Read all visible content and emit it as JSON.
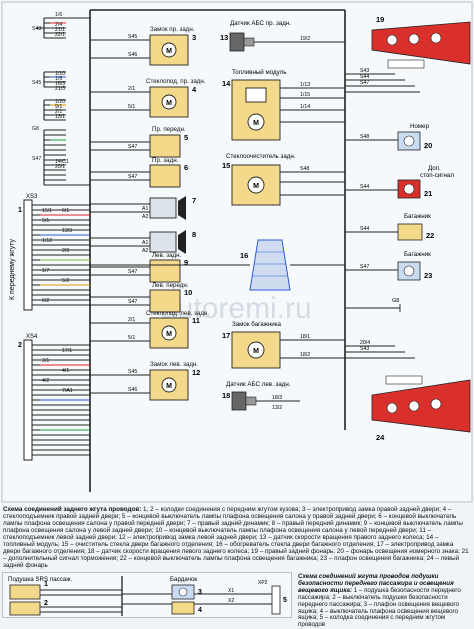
{
  "labels": {
    "zamok_pr_zadn": "Замок пр. задн.",
    "steklopod_pr_zadn": "Стеклопод. пр. задн.",
    "pr_pered": "Пр. передн.",
    "pr_zadn": "Пр. задн.",
    "lev_zadn": "Лев. задн.",
    "lev_pered": "Лев. передн.",
    "steklopod_lev_zadn": "Стеклопод. лев. задн.",
    "zamok_lev_zadn": "Замок лев. задн.",
    "datchik_abs_pr": "Датчик АБС пр. задн.",
    "datchik_abs_lev": "Датчик АБС лев. задн.",
    "toplivny_modul": "Топливный модуль",
    "stekloochistitel": "Стеклоочиститель задн.",
    "zamok_bagazhnika": "Замок багажника",
    "nomer": "Номер",
    "dop_stop_1": "Доп.",
    "dop_stop_2": "стоп-сигнал",
    "bagazhnik_1": "Багажник",
    "bagazhnik_2": "Багажник",
    "k_perednemu_zhgutu": "К переднему жгуту",
    "xs3": "XS3",
    "xs4": "XS4",
    "podushka": "Подушка SRS пассаж.",
    "bardachok": "Бардачок",
    "watermark": "autoremi.ru"
  },
  "numbers": {
    "n1": "1",
    "n2": "2",
    "n3": "3",
    "n4": "4",
    "n5": "5",
    "n6": "6",
    "n7": "7",
    "n8": "8",
    "n9": "9",
    "n10": "10",
    "n11": "11",
    "n12": "12",
    "n13": "13",
    "n14": "14",
    "n15": "15",
    "n16": "16",
    "n17": "17",
    "n18": "18",
    "n19": "19",
    "n20": "20",
    "n21": "21",
    "n22": "22",
    "n23": "23",
    "n24": "24"
  },
  "caption_main": {
    "title": "Схема соединений заднего жгута проводов:",
    "body": " 1, 2 – колодки соединения с передним жгутом кузова; 3 – электропривод замка правой задней двери; 4 – стеклоподъемник правой задней двери; 5 – концевой выключатель лампы плафона освещения салона у правой задней двери; 6 – концевой выключатель лампы плафона освещения салона у правой передней двери; 7 – правый задний динамик; 8 – правый передний динамик; 9 – концевой выключатель лампы плафона освещения салона у левой задней двери; 10 – концевой выключатель лампы плафона освещения салона у левой передней двери; 11 – стеклоподъемник левой задней двери; 12 – электропривод замка левой задней двери; 13 – датчик скорости вращения правого заднего колеса; 14 – топливный модуль; 15 – очиститель стекла двери багажного отделения; 16 – обогреватель стекла двери багажного отделения; 17 – электропривод замка двери багажного отделения; 18 – датчик скорости вращения левого заднего колеса; 19 – правый задний фонарь; 20 – фонарь освещения номерного знака; 21 – дополнительный сигнал торможения; 22 – концевой выключатель лампы плафона освещения багажника; 23 – плафон освещения багажника; 24 – левый задний фонарь"
  },
  "caption_airbag": {
    "title": "Схема соединений жгута проводов подушки безопасности переднего пассажира и освещения вещевого ящика:",
    "body": " 1 – подушка безопасности переднего пассажира; 2 – выключатель подушки безопасности переднего пассажира; 3 – плафон освещения вещевого ящика; 4 – выключатель плафона освещения вещевого ящика; 5 – колодка соединения с передним жгутом проводов"
  },
  "wire_codes": {
    "c1": "1/6",
    "c2": "2/4",
    "c3": "21/1",
    "c4": "22/1",
    "c5": "1/10",
    "c6": "1/5",
    "c7": "16/3",
    "c8": "21/3",
    "c9": "1/20",
    "c10": "9/1",
    "c11": "2/1",
    "c12": "13/1",
    "c13": "14/C1",
    "c14": "20/1",
    "c15": "6/1",
    "c16": "5/1",
    "c17": "15/1",
    "c18": "13/3",
    "c19": "1/12",
    "c20": "2/9",
    "c21": "1/7",
    "c22": "5/2",
    "c23": "6/2",
    "c24": "17/1",
    "c25": "3/1",
    "c26": "4/1",
    "c27": "4/2",
    "c28": "7/A1",
    "c29": "S43",
    "c30": "S44",
    "c31": "S45",
    "c32": "S46",
    "c33": "S47",
    "c34": "S48",
    "c35": "G8",
    "c36": "A1",
    "c37": "A2",
    "c38": "1/13",
    "c39": "1/15",
    "c40": "1/14",
    "c41": "19/2",
    "c42": "20/4",
    "c43": "18/1",
    "c44": "18/2",
    "c45": "18/3",
    "c46": "13/2",
    "c47": "X1",
    "c48": "X2",
    "c49": "XP2"
  }
}
